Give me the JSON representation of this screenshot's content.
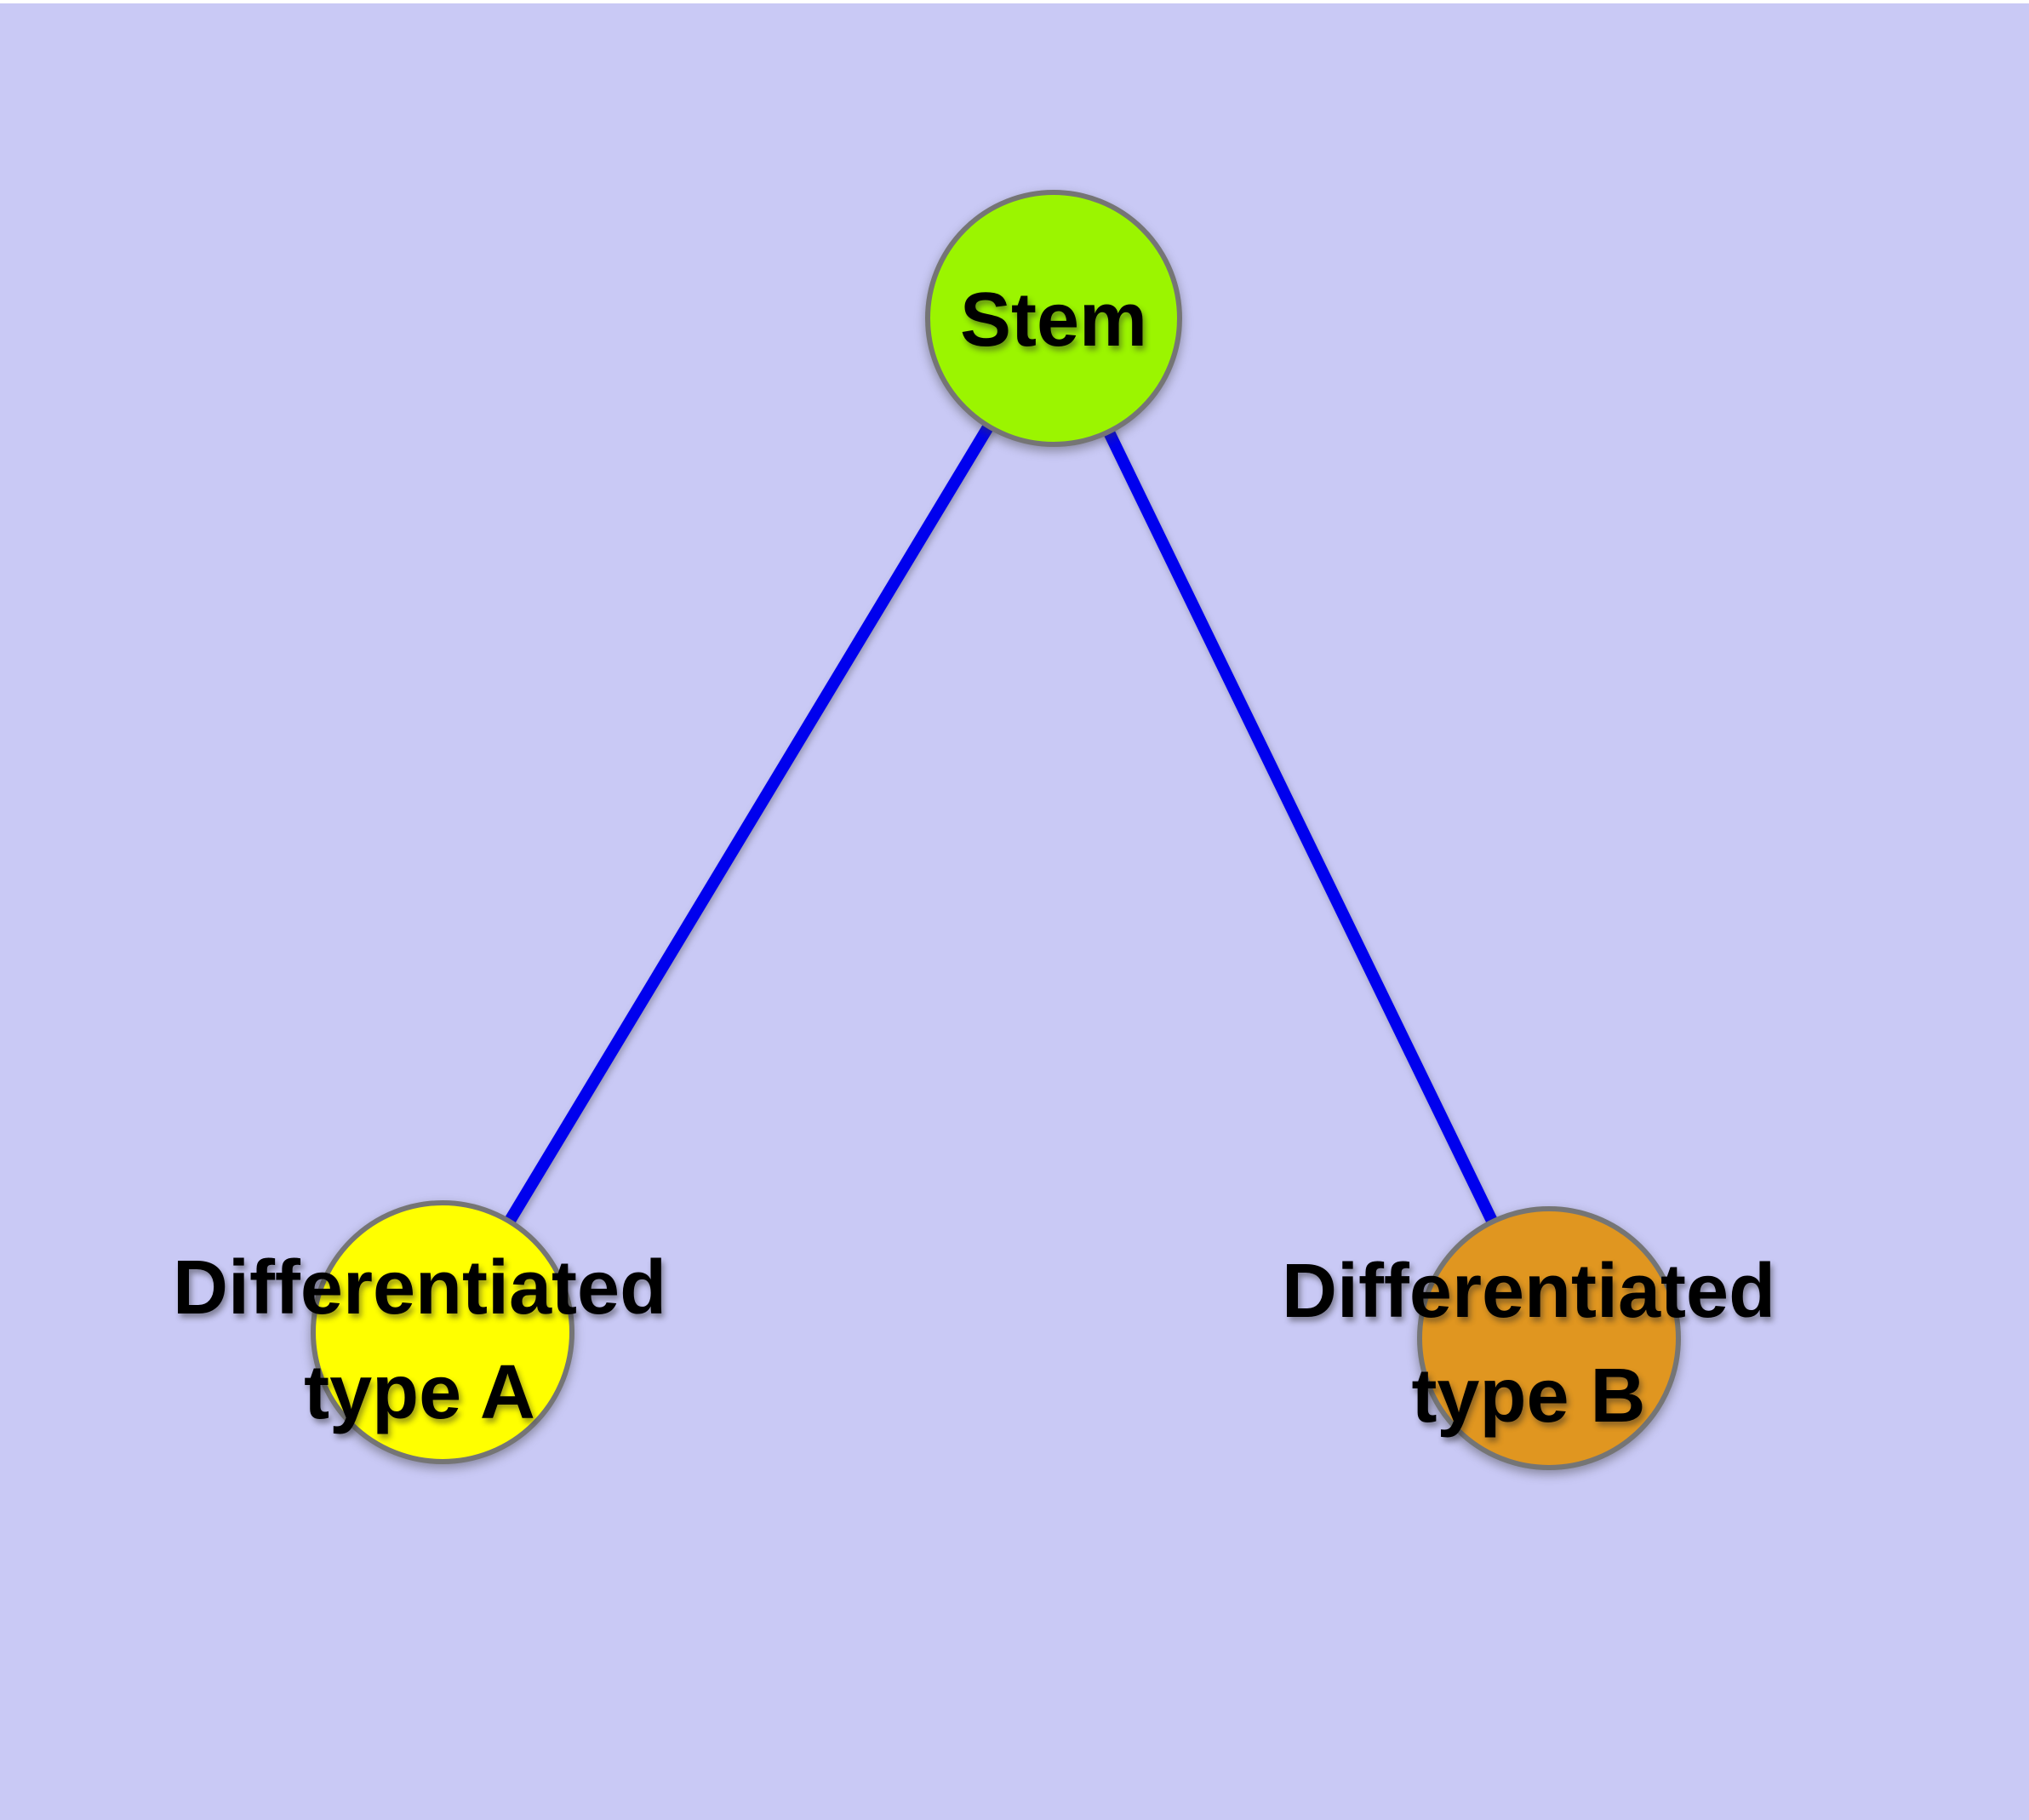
{
  "diagram": {
    "type": "node-link-graph",
    "background_color": "#c9c9f5",
    "node_border_color": "#757575",
    "edge_color": "#0000ee",
    "nodes": {
      "stem": {
        "label": "Stem",
        "fill": "#9bf500"
      },
      "type_a": {
        "label_line1": "Differentiated",
        "label_line2": "type A",
        "fill": "#ffff00"
      },
      "type_b": {
        "label_line1": "Differentiated",
        "label_line2": "type B",
        "fill": "#e09620"
      }
    },
    "edges": [
      {
        "from": "stem",
        "to": "type_a",
        "color": "#0000ee"
      },
      {
        "from": "stem",
        "to": "type_b",
        "color": "#0000ee"
      }
    ]
  }
}
